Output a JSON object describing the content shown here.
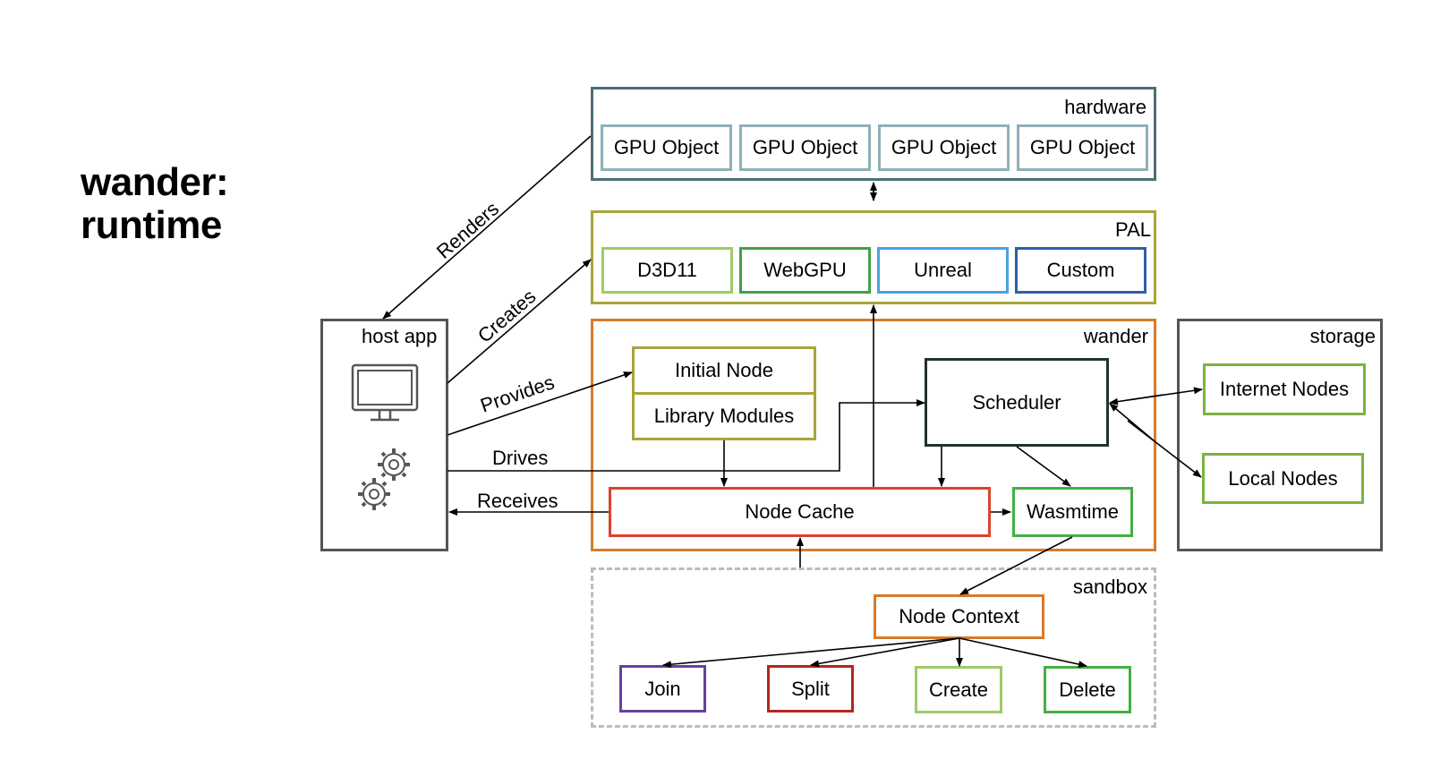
{
  "title": {
    "line1": "wander:",
    "line2": "runtime"
  },
  "groups": {
    "hardware": "hardware",
    "pal": "PAL",
    "wander": "wander",
    "host_app": "host app",
    "storage": "storage",
    "sandbox": "sandbox"
  },
  "hardware_nodes": [
    "GPU Object",
    "GPU Object",
    "GPU Object",
    "GPU Object"
  ],
  "pal_nodes": [
    "D3D11",
    "WebGPU",
    "Unreal",
    "Custom"
  ],
  "wander_nodes": {
    "initial_node": "Initial Node",
    "library_modules": "Library Modules",
    "scheduler": "Scheduler",
    "node_cache": "Node Cache",
    "wasmtime": "Wasmtime"
  },
  "storage_nodes": {
    "internet": "Internet Nodes",
    "local": "Local Nodes"
  },
  "sandbox_nodes": {
    "node_context": "Node Context",
    "join": "Join",
    "split": "Split",
    "create": "Create",
    "delete": "Delete"
  },
  "edge_labels": {
    "renders": "Renders",
    "creates": "Creates",
    "provides": "Provides",
    "drives": "Drives",
    "receives": "Receives"
  },
  "colors": {
    "hardware": "#4e6e75",
    "gpu_object": "#8fb0b8",
    "pal": "#a8a53a",
    "d3d11": "#9ccc65",
    "webgpu": "#43a047",
    "unreal": "#4aa3df",
    "custom": "#2f5fa8",
    "wander": "#d97a2b",
    "initial_node": "#a8a53a",
    "scheduler": "#233033",
    "node_cache": "#d9432f",
    "wasmtime": "#43b043",
    "host_app": "#555555",
    "storage": "#555555",
    "storage_node": "#7cb342",
    "sandbox": "#bbbbbb",
    "node_context": "#d97a2b",
    "join": "#6a3fa0",
    "split": "#b3261e",
    "create": "#9ccc65",
    "delete": "#43b043"
  }
}
